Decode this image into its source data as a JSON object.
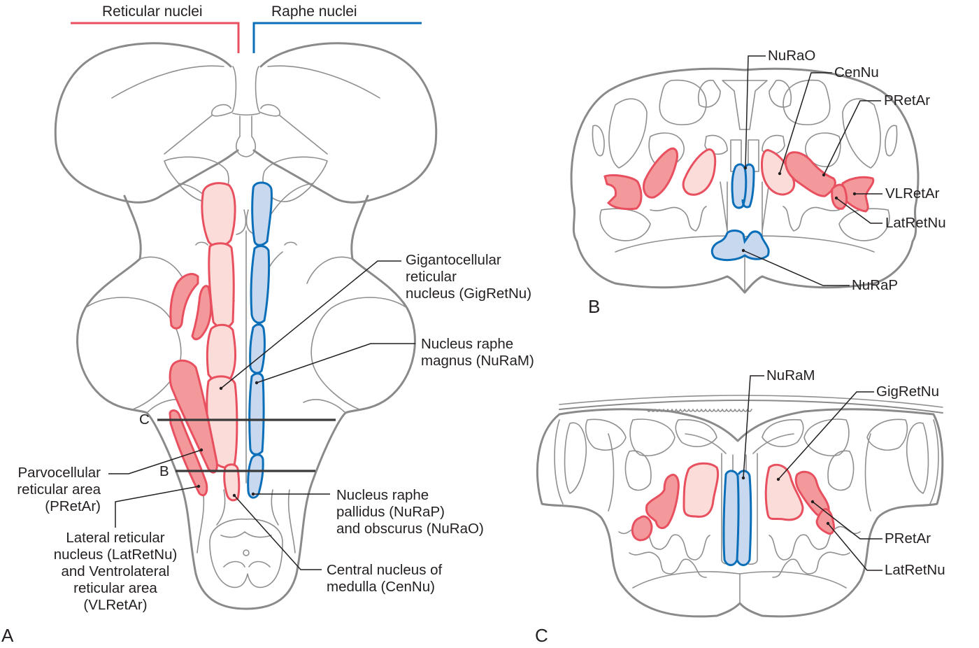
{
  "figure": {
    "colors": {
      "reticular_outline": "#e8505f",
      "reticular_fill_light": "#fbdcd8",
      "reticular_fill_dark": "#f4999b",
      "raphe_outline": "#0a6fb8",
      "raphe_fill": "#c7d8ef",
      "anatomy_outline": "#8a8a8a",
      "text": "#231f20"
    },
    "legend": {
      "reticular": "Reticular nuclei",
      "raphe": "Raphe nuclei"
    },
    "panel_a": {
      "letter": "A",
      "cut_labels": {
        "c": "C",
        "b": "B"
      },
      "labels": {
        "gigretnu": [
          "Gigantocellular",
          "reticular",
          "nucleus (GigRetNu)"
        ],
        "nuram": [
          "Nucleus raphe",
          "magnus (NuRaM)"
        ],
        "pretar": [
          "Parvocellular",
          "reticular area",
          "(PRetAr)"
        ],
        "latretnu": [
          "Lateral reticular",
          "nucleus (LatRetNu)",
          "and Ventrolateral",
          "reticular area",
          "(VLRetAr)"
        ],
        "nurap": [
          "Nucleus raphe",
          "pallidus (NuRaP)",
          "and obscurus (NuRaO)"
        ],
        "cennu": [
          "Central nucleus of",
          "medulla (CenNu)"
        ]
      }
    },
    "panel_b": {
      "letter": "B",
      "labels": {
        "nurao": "NuRaO",
        "cennu": "CenNu",
        "pretar": "PRetAr",
        "vlretar": "VLRetAr",
        "latretnu": "LatRetNu",
        "nurap": "NuRaP"
      }
    },
    "panel_c": {
      "letter": "C",
      "labels": {
        "nuram": "NuRaM",
        "gigretnu": "GigRetNu",
        "pretar": "PRetAr",
        "latretnu": "LatRetNu"
      }
    }
  }
}
